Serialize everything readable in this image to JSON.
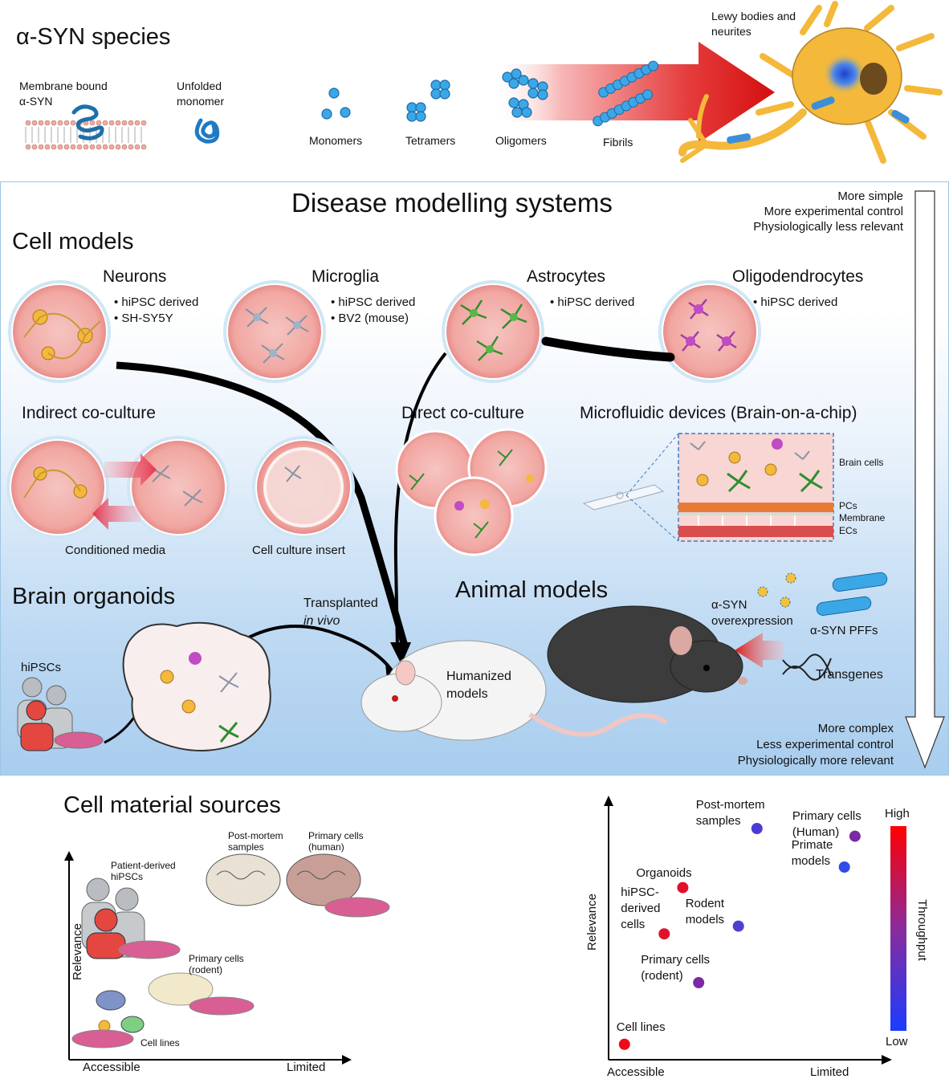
{
  "header": {
    "title": "α-SYN species",
    "membrane_label": [
      "Membrane bound",
      "α-SYN"
    ],
    "unfolded_label": [
      "Unfolded",
      "monomer"
    ],
    "species": [
      "Monomers",
      "Tetramers",
      "Oligomers",
      "Fibrils"
    ],
    "lewy_label": [
      "Lewy bodies and",
      "neurites"
    ]
  },
  "panel": {
    "title": "Disease modelling systems",
    "gradient_top": [
      "More simple",
      "More experimental control",
      "Physiologically less relevant"
    ],
    "gradient_bottom": [
      "More complex",
      "Less experimental control",
      "Physiologically more relevant"
    ],
    "cell_models_heading": "Cell models",
    "cell_types": [
      {
        "name": "Neurons",
        "bullets": [
          "• hiPSC derived",
          "• SH-SY5Y"
        ]
      },
      {
        "name": "Microglia",
        "bullets": [
          "• hiPSC derived",
          "• BV2 (mouse)"
        ]
      },
      {
        "name": "Astrocytes",
        "bullets": [
          "• hiPSC derived"
        ]
      },
      {
        "name": "Oligodendrocytes",
        "bullets": [
          "• hiPSC derived"
        ]
      }
    ],
    "indirect": {
      "title": "Indirect co-culture",
      "conditioned": "Conditioned media",
      "insert": "Cell culture insert"
    },
    "direct": {
      "title": "Direct co-culture"
    },
    "microfluidic": {
      "title": "Microfluidic devices (Brain-on-a-chip)",
      "labels": [
        "Brain cells",
        "PCs",
        "Membrane",
        "ECs"
      ]
    },
    "organoids": {
      "title": "Brain organoids",
      "hipscs": "hiPSCs",
      "transplanted": "Transplanted",
      "in_vivo": "in vivo"
    },
    "animal": {
      "title": "Animal models",
      "humanized": [
        "Humanized",
        "models"
      ],
      "overexpression": [
        "α-SYN",
        "overexpression"
      ],
      "pffs": "α-SYN PFFs",
      "transgenes": "Transgenes"
    }
  },
  "sources": {
    "title": "Cell material sources",
    "y_axis": "Relevance",
    "x_start": "Accessible",
    "x_end": "Limited",
    "items": {
      "patient": [
        "Patient-derived",
        "hiPSCs"
      ],
      "postmortem": [
        "Post-mortem",
        "samples"
      ],
      "primary_human": [
        "Primary cells",
        "(human)"
      ],
      "primary_rodent": [
        "Primary cells",
        "(rodent)"
      ],
      "cell_lines": "Cell lines"
    }
  },
  "chart_data": {
    "type": "scatter",
    "xlabel_start": "Accessible",
    "xlabel_end": "Limited",
    "ylabel": "Relevance",
    "colorbar": {
      "label": "Throughput",
      "high": "High",
      "low": "Low",
      "high_color": "#ff0000",
      "low_color": "#1a3cff"
    },
    "points": [
      {
        "label": [
          "Post-mortem",
          "samples"
        ],
        "x": 0.56,
        "y": 0.9,
        "color": "#4b3bd6"
      },
      {
        "label": [
          "Primary cells",
          "(Human)"
        ],
        "x": 0.93,
        "y": 0.87,
        "color": "#7b2aa6"
      },
      {
        "label": [
          "Primate",
          "models"
        ],
        "x": 0.89,
        "y": 0.75,
        "color": "#2f4be8"
      },
      {
        "label": [
          "Organoids"
        ],
        "x": 0.28,
        "y": 0.67,
        "color": "#e0122b"
      },
      {
        "label": [
          "Rodent",
          "models"
        ],
        "x": 0.49,
        "y": 0.52,
        "color": "#4f3fd0"
      },
      {
        "label": [
          "hiPSC-",
          "derived",
          "cells"
        ],
        "x": 0.21,
        "y": 0.49,
        "color": "#e0122b"
      },
      {
        "label": [
          "Primary cells",
          "(rodent)"
        ],
        "x": 0.34,
        "y": 0.3,
        "color": "#7c2aa8"
      },
      {
        "label": [
          "Cell lines"
        ],
        "x": 0.06,
        "y": 0.06,
        "color": "#ee0c18"
      }
    ]
  }
}
